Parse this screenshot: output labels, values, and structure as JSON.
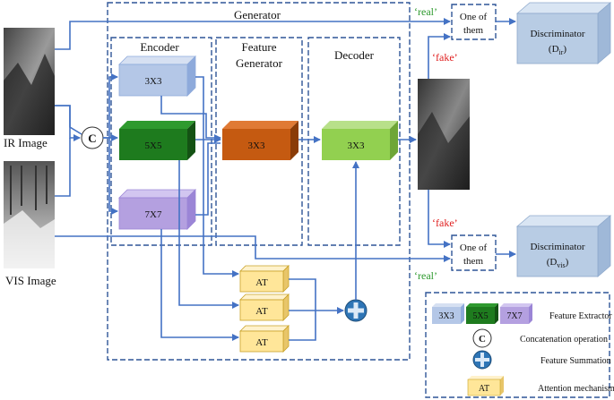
{
  "inputs": {
    "ir_label": "IR Image",
    "vis_label": "VIS Image",
    "concat_symbol": "C"
  },
  "generator": {
    "title": "Generator",
    "encoder": {
      "title": "Encoder",
      "blocks": [
        "3X3",
        "5X5",
        "7X7"
      ]
    },
    "feature_generator": {
      "title_line1": "Feature",
      "title_line2": "Generator",
      "block": "3X3"
    },
    "decoder": {
      "title": "Decoder",
      "block": "3X3"
    },
    "attention": [
      "AT",
      "AT",
      "AT"
    ]
  },
  "outputs": {
    "real_top": "‘real’",
    "fake_top": "‘fake’",
    "fake_bottom": "‘fake’",
    "real_bottom": "‘real’",
    "one_of_them_line1": "One of",
    "one_of_them_line2": "them",
    "disc_ir_line1": "Discriminator",
    "disc_ir_line2_base": "(D",
    "disc_ir_sub": "ir",
    "disc_vis_line1": "Discriminator",
    "disc_vis_line2_base": "(D",
    "disc_vis_sub": "vis"
  },
  "legend": {
    "blocks": [
      "3X3",
      "5X5",
      "7X7"
    ],
    "feature_extractor": "Feature Extractor",
    "concat_symbol": "C",
    "concatenation": "Concatenation operation",
    "summation": "Feature Summation",
    "at_block": "AT",
    "attention": "Attention mechanism"
  },
  "colors": {
    "blue_block": "#b4c7e7",
    "green_block": "#1e7b1e",
    "purple_block": "#b4a0e0",
    "orange_block": "#c55a11",
    "light_green_block": "#92d050",
    "at_block": "#ffe699",
    "discriminator": "#b8cce4",
    "arrow": "#4472c4"
  }
}
